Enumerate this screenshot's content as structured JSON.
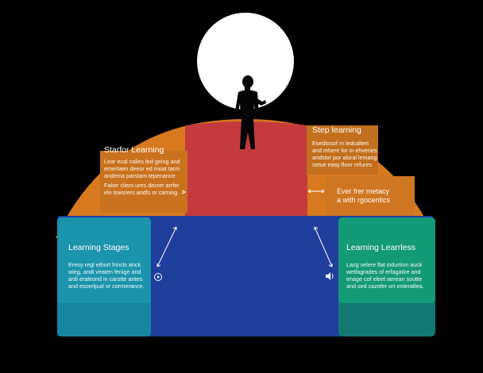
{
  "left_panel": {
    "title": "Starfor Learning",
    "para1": "Lear ecal calles fed geing and\nemertaen deeor ed moat tarm\nandema parstam tepenance.",
    "para2": "Faker cliem ures decrer arrfer\neln towsrers andfs or carning"
  },
  "right_panel": {
    "title": "Step learning",
    "para1": "Esedtosof m ledcaltert\nand mhere for in ehvenes\nandstor por aloral lemang\nsetue easy floor refures",
    "para2": "Ever frer metacy\na with rgocentics"
  },
  "left_card": {
    "title": "Learning Stages",
    "para": "Ereoy regl ethort frincls anck\nwieg, andi veaten fenige and\nardi eraleond in carotte antes\nand escerlputl or corrnerance."
  },
  "right_card": {
    "title": "Learning Learrless",
    "para": "Lasg velere flat indurtion auck\nwetfagrades of erfagatire and\nenage cof eleet aerean soutte\nand sed cazofer ort enteratlea."
  },
  "colors": {
    "background": "#000000",
    "orange": "#d97a1f",
    "red": "#c83a3c",
    "blue": "#1f3f9e",
    "teal": "#1b8fa3",
    "green": "#129370",
    "moon": "#ffffff"
  },
  "icons": {
    "left_marker": "play-circle-icon",
    "right_marker": "speaker-icon"
  }
}
